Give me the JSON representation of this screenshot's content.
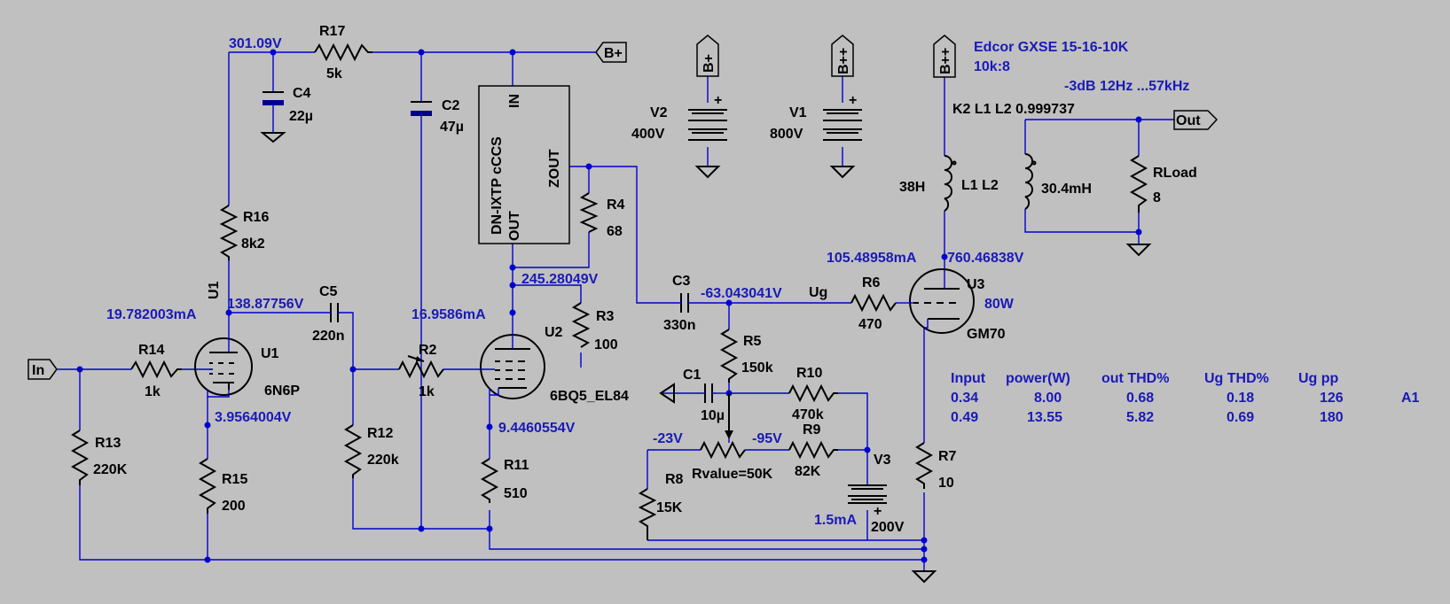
{
  "ports": {
    "bplus_top": "B+",
    "v2_top": "B+",
    "v1_top": "B++",
    "bpp_xfmr": "B++",
    "in": "In",
    "out": "Out"
  },
  "components": {
    "R17": {
      "name": "R17",
      "value": "5k"
    },
    "C4": {
      "name": "C4",
      "value": "22µ"
    },
    "C2": {
      "name": "C2",
      "value": "47µ"
    },
    "R16": {
      "name": "R16",
      "value": "8k2"
    },
    "R4": {
      "name": "R4",
      "value": "68"
    },
    "R3": {
      "name": "R3",
      "value": "100"
    },
    "C5": {
      "name": "C5",
      "value": "220n"
    },
    "R14": {
      "name": "R14",
      "value": "1k"
    },
    "R2": {
      "name": "R2",
      "value": "1k"
    },
    "R13": {
      "name": "R13",
      "value": "220K"
    },
    "R15": {
      "name": "R15",
      "value": "200"
    },
    "R12": {
      "name": "R12",
      "value": "220k"
    },
    "R11": {
      "name": "R11",
      "value": "510"
    },
    "C3": {
      "name": "C3",
      "value": "330n"
    },
    "R5": {
      "name": "R5",
      "value": "150k"
    },
    "C1": {
      "name": "C1",
      "value": "10µ"
    },
    "R10": {
      "name": "R10",
      "value": "470k"
    },
    "R9": {
      "name": "R9",
      "value": "82K"
    },
    "R8": {
      "name": "R8",
      "value": "15K"
    },
    "R6": {
      "name": "R6",
      "value": "470"
    },
    "R7": {
      "name": "R7",
      "value": "10"
    },
    "RLoad": {
      "name": "RLoad",
      "value": "8"
    },
    "V2": {
      "name": "V2",
      "value": "400V"
    },
    "V1": {
      "name": "V1",
      "value": "800V"
    },
    "V3": {
      "name": "V3",
      "value": "200V"
    },
    "U1_tube": {
      "name": "U1",
      "value": "6N6P",
      "side_label": "U1"
    },
    "U2_tube": {
      "name": "U2",
      "value": "6BQ5_EL84"
    },
    "U3_tube": {
      "name": "U3",
      "value": "GM70",
      "power": "80W"
    },
    "ccs": {
      "in": "IN",
      "title": "DN-IXTP cCCS",
      "out": "OUT",
      "zout": "ZOUT"
    },
    "xfmr": {
      "primary": "38H",
      "names": "L1 L2",
      "secondary": "30.4mH"
    },
    "pot": {
      "left": "-23V",
      "right": "-95V",
      "rvalue": "Rvalue=50K"
    }
  },
  "annotations": {
    "edcor_title": "Edcor GXSE 15-16-10K",
    "edcor_ratio": "10k:8",
    "bandwidth": "-3dB  12Hz ...57kHz",
    "coupling": "K2 L1 L2 0.999737",
    "ug": "Ug"
  },
  "voltages": {
    "v_301": "301.09V",
    "v_138": "138.87756V",
    "i_197": "19.782003mA",
    "v_395": "3.9564004V",
    "v_245": "245.28049V",
    "i_169": "16.9586mA",
    "v_944": "9.4460554V",
    "v_630": "-63.043041V",
    "i_105": "105.48958mA",
    "v_760": "760.46838V",
    "i_15": "1.5mA"
  },
  "table": {
    "headers": [
      "Input",
      "power(W)",
      "out THD%",
      "Ug THD%",
      "Ug pp"
    ],
    "rows": [
      [
        "0.34",
        "8.00",
        "0.68",
        "0.18",
        "126",
        "A1"
      ],
      [
        "0.49",
        "13.55",
        "5.82",
        "0.69",
        "180",
        ""
      ]
    ]
  }
}
